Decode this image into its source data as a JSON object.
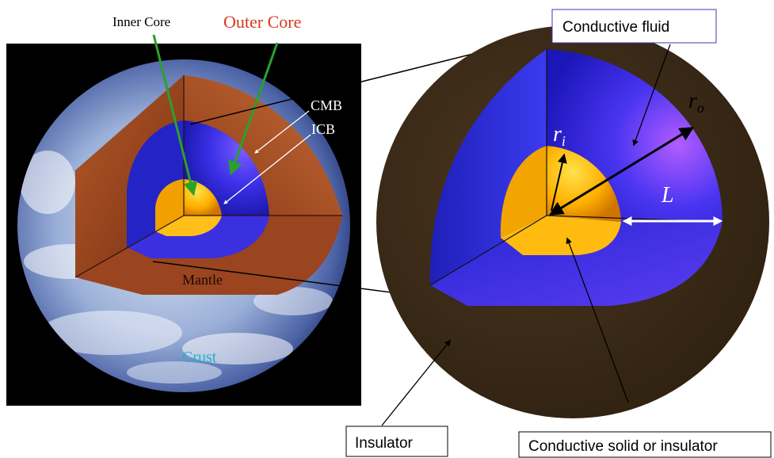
{
  "left_panel": {
    "labels": {
      "inner_core": "Inner Core",
      "outer_core": "Outer Core",
      "cmb": "CMB",
      "icb": "ICB",
      "mantle": "Mantle",
      "crust": "Crust"
    },
    "colors": {
      "outer_core_label": "#d63a1c",
      "crust_label": "#1fb3c8",
      "pointer_arrow": "#2aa12a"
    }
  },
  "right_panel": {
    "labels": {
      "conductive_fluid": "Conductive fluid",
      "r_i": "r",
      "r_i_sub": "i",
      "r_o": "r",
      "r_o_sub": "o",
      "L": "L",
      "insulator": "Insulator",
      "conductive_solid": "Conductive solid or insulator"
    },
    "colors": {
      "fluid": "#2a2ae8",
      "solid": "#ffb000",
      "insulator": "#3a2a18"
    }
  }
}
